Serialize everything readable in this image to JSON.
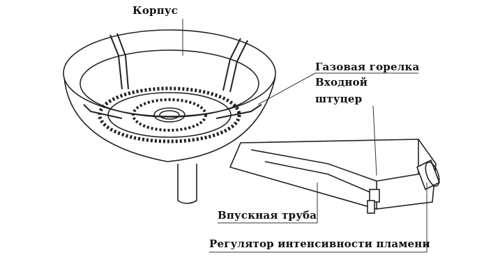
{
  "labels": {
    "body": "Корпус",
    "gas_burner": "Газовая горелка",
    "inlet_fitting_line1": "Входной",
    "inlet_fitting_line2": "штуцер",
    "intake_pipe": "Впускная труба",
    "flame_regulator": "Регулятор интенсивности пламени"
  }
}
